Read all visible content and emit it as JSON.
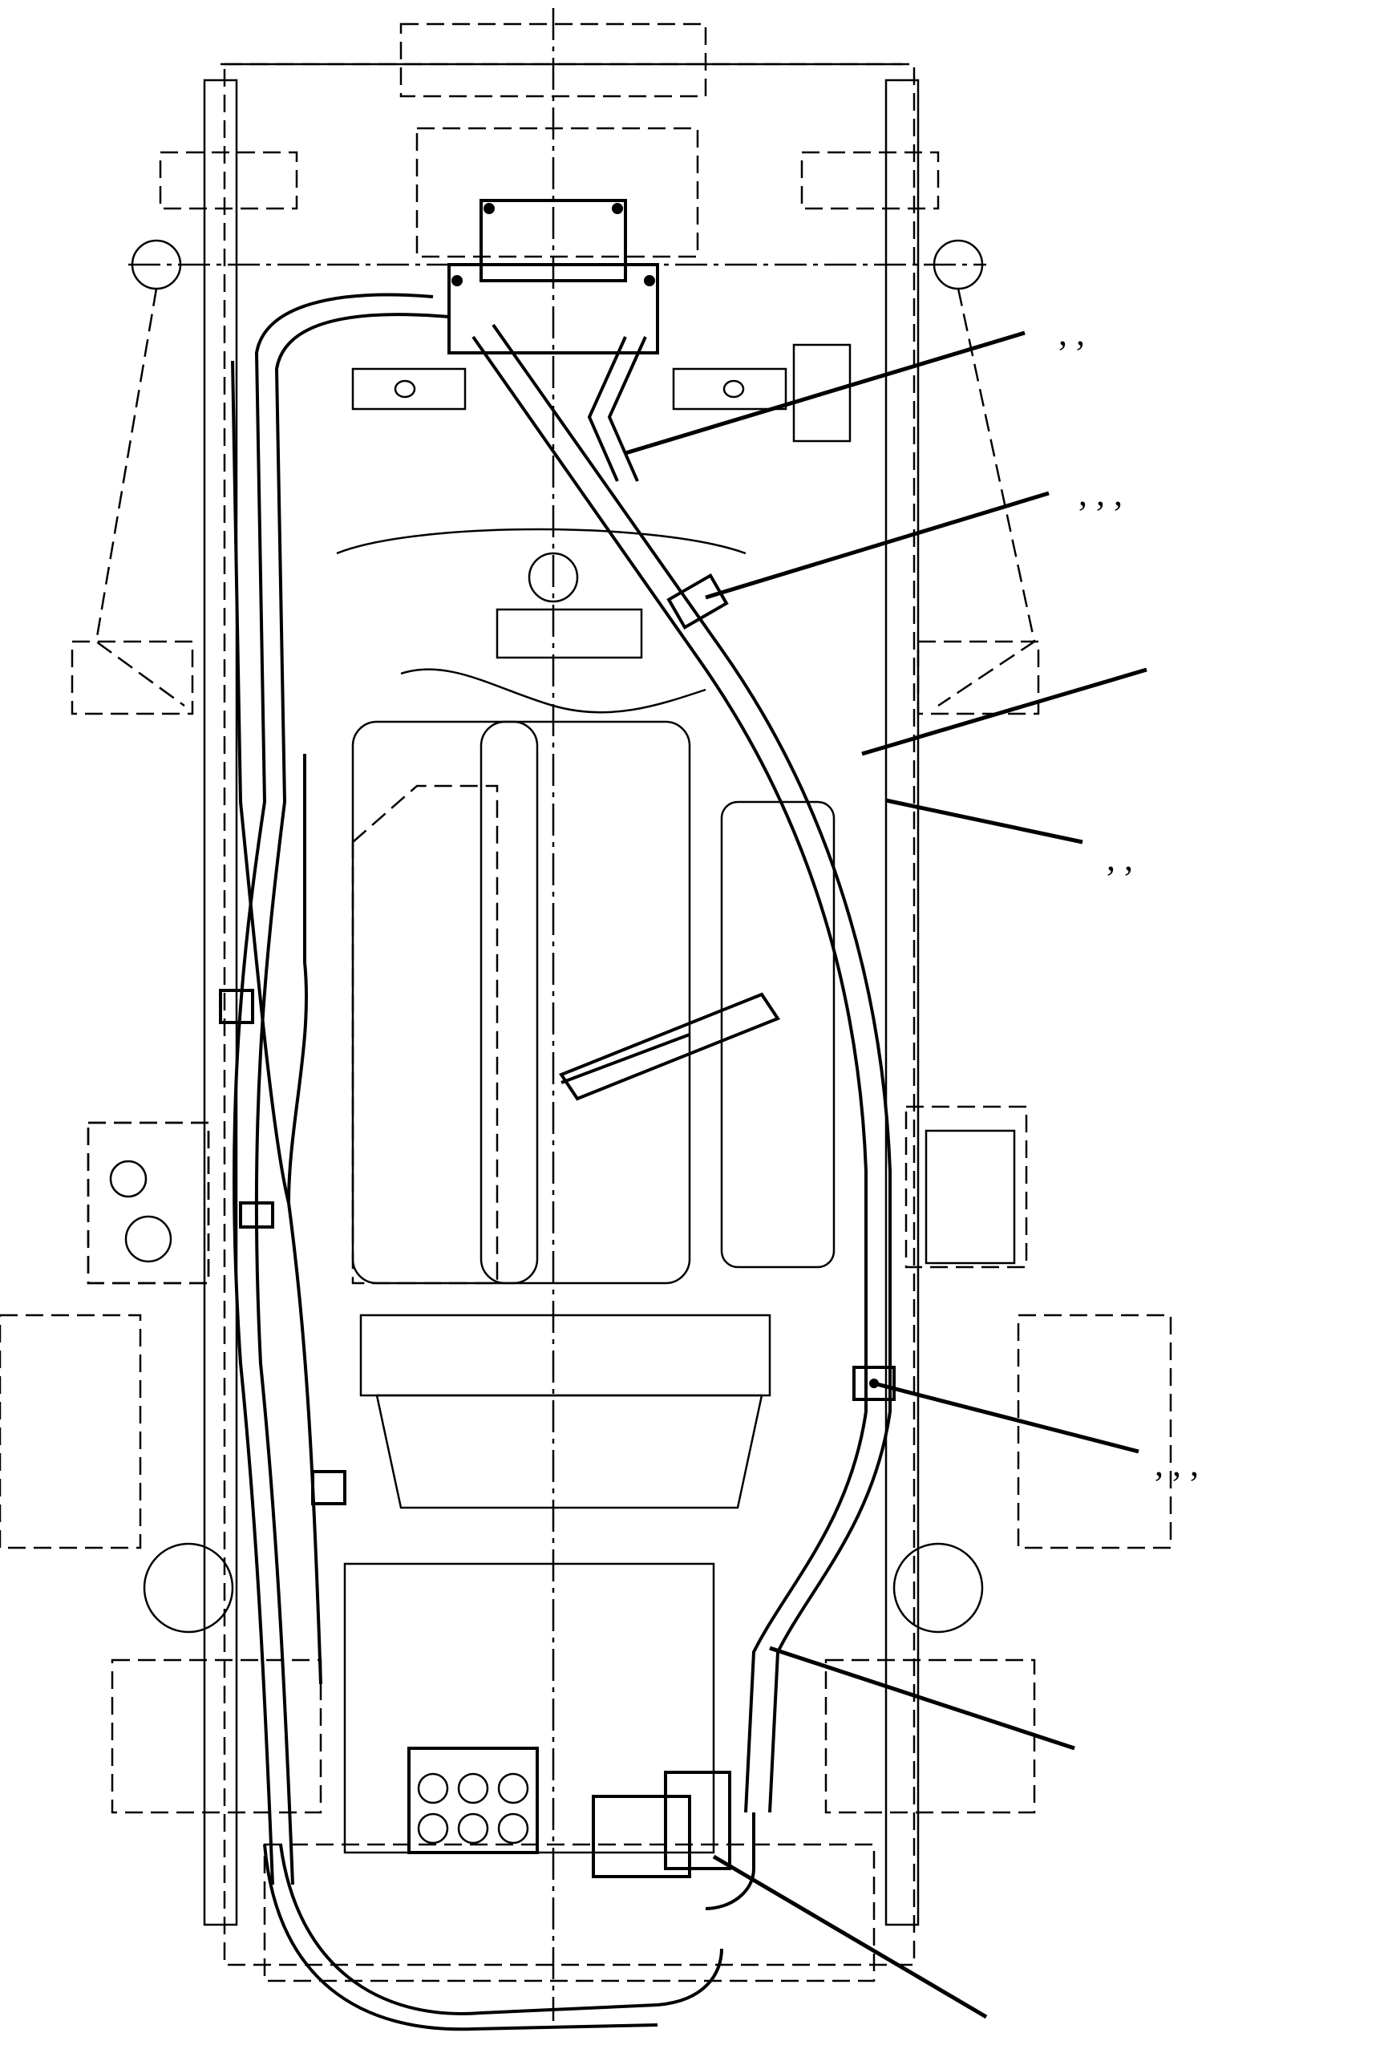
{
  "diagram": {
    "callouts": [
      {
        "id": "callout-1",
        "label": ", ,"
      },
      {
        "id": "callout-2",
        "label": ", , ,"
      },
      {
        "id": "callout-3",
        "label": ""
      },
      {
        "id": "callout-4",
        "label": ", ,"
      },
      {
        "id": "callout-5",
        "label": ", , ,"
      },
      {
        "id": "callout-6",
        "label": ""
      },
      {
        "id": "callout-7",
        "label": ""
      }
    ]
  }
}
